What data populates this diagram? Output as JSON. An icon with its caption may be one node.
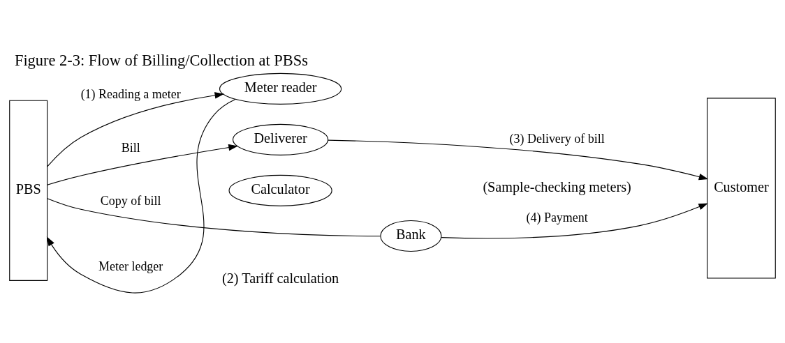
{
  "diagram": {
    "title": "Figure 2-3: Flow of Billing/Collection at PBSs",
    "nodes": [
      {
        "text": [
          "PBS"
        ]
      },
      {
        "text": [
          "Meter reader"
        ]
      },
      {
        "text": [
          "Deliverer"
        ]
      },
      {
        "text": [
          "Calculator"
        ]
      },
      {
        "text": [
          "Bank"
        ]
      },
      {
        "text": [
          "Customer"
        ]
      }
    ],
    "edges": [
      {
        "from": 0,
        "to": 1,
        "arrow": "to",
        "label": "(1) Reading a meter"
      },
      {
        "from": 1,
        "to": 0,
        "arrow": "to",
        "label": "Meter ledger"
      },
      {
        "from": 0,
        "to": 2,
        "arrow": "to",
        "label": "Bill"
      },
      {
        "from": 2,
        "to": 5,
        "arrow": "to",
        "label": "(3) Delivery of bill"
      },
      {
        "from": 0,
        "to": 4,
        "arrow": "none",
        "label": "Copy of bill"
      },
      {
        "from": 4,
        "to": 5,
        "arrow": "to",
        "label": "(4) Payment"
      }
    ],
    "labels": [
      "(2) Tariff calculation",
      "(Sample-checking meters)"
    ]
  }
}
